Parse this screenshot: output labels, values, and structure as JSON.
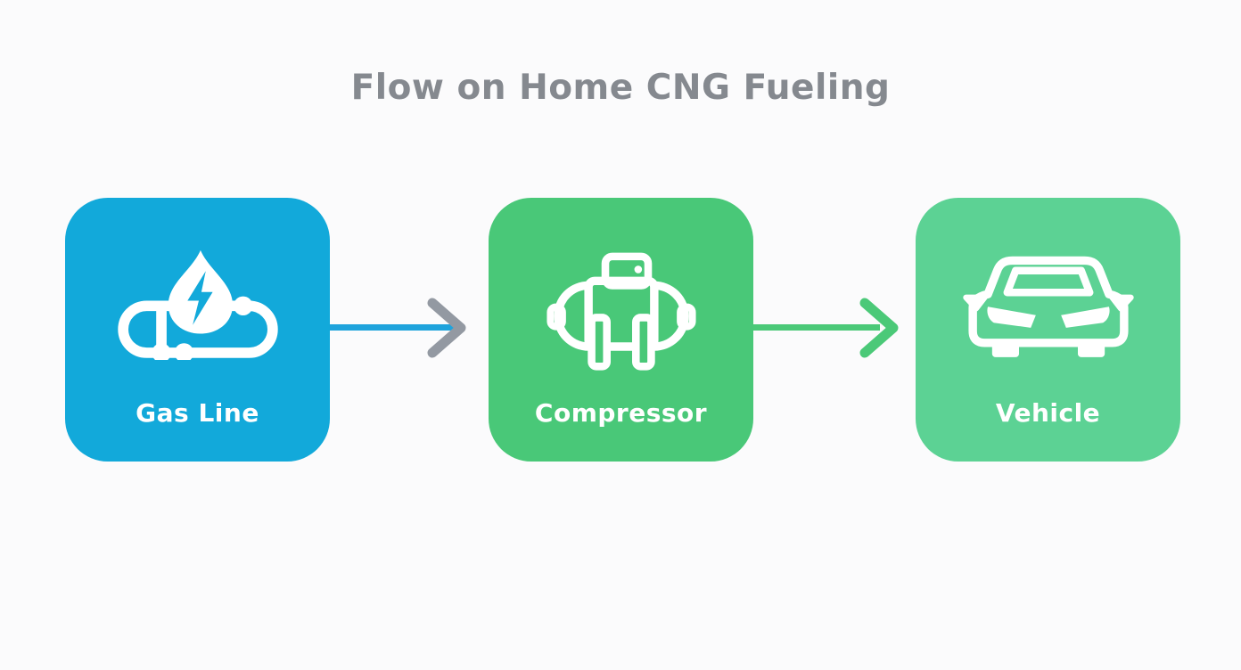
{
  "header": {
    "title": "Flow on Home CNG Fueling",
    "title_color": "#85898F"
  },
  "canvas": {
    "background_color": "#FBFBFC"
  },
  "diagram": {
    "nodes": [
      {
        "id": "gas-line",
        "label": "Gas Line",
        "icon": "gas-line-flame-icon",
        "color": "#12A9DA",
        "text_color": "#FFFFFF"
      },
      {
        "id": "compressor",
        "label": "Compressor",
        "icon": "compressor-icon",
        "color": "#49C878",
        "text_color": "#FFFFFF"
      },
      {
        "id": "vehicle",
        "label": "Vehicle",
        "icon": "car-front-icon",
        "color": "#5CD294",
        "text_color": "#FFFFFF"
      }
    ],
    "connectors": [
      {
        "from": "gas-line",
        "to": "compressor",
        "line_color": "#1FA3DC",
        "arrowhead_color": "#9399A2"
      },
      {
        "from": "compressor",
        "to": "vehicle",
        "line_color": "#4BC978",
        "arrowhead_color": "#4BC978"
      }
    ]
  }
}
